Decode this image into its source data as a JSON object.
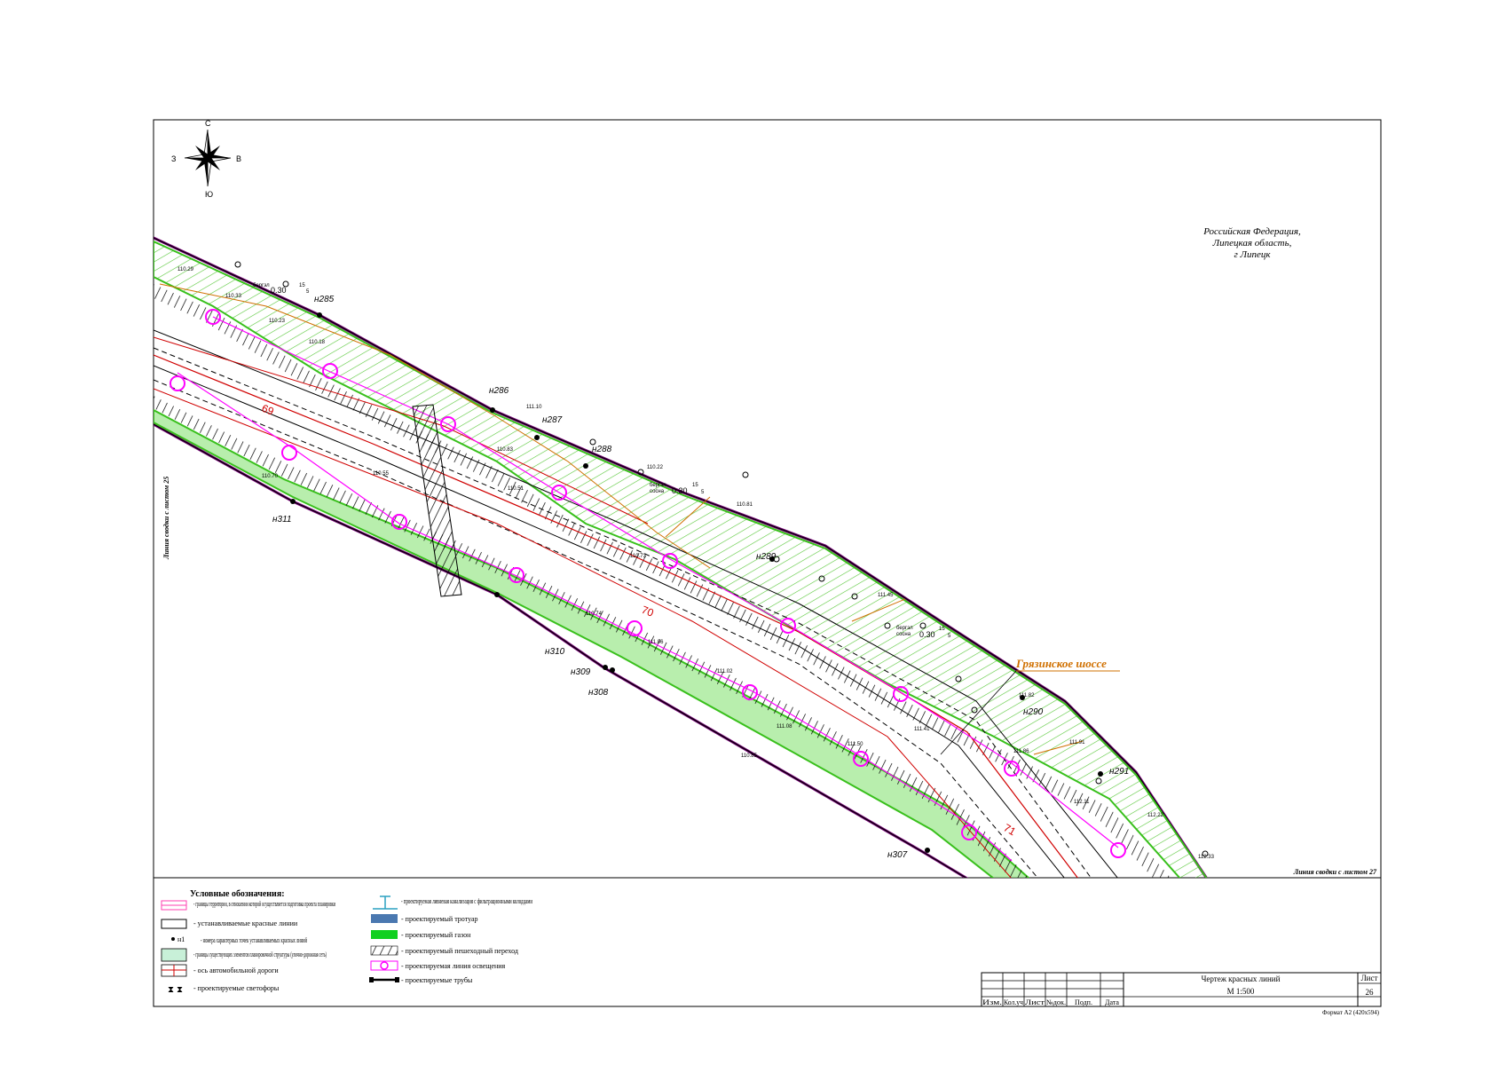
{
  "region": [
    "Российская Федерация,",
    "Липецкая область,",
    "г Липецк"
  ],
  "compass": {
    "n": "С",
    "s": "Ю",
    "w": "З",
    "e": "В"
  },
  "left_margin_label": "Линия сводки с листом 25",
  "right_bottom_label": "Линия сводки с листом 27",
  "road_name": "Грязинское шоссе",
  "colors": {
    "red_line": "#000000",
    "boundary": "#ff00ff",
    "green": "#00c000",
    "light_green": "#7ee06a",
    "axis": "#d00000",
    "orange": "#d07000"
  },
  "points": [
    "н285",
    "н286",
    "н287",
    "н288",
    "н289",
    "н290",
    "н291",
    "н307",
    "н308",
    "н309",
    "н310",
    "н311"
  ],
  "pk_marks": [
    "69",
    "70",
    "71"
  ],
  "elevations": [
    "110.29",
    "110.33",
    "110.23",
    "110.18",
    "111.10",
    "110.22",
    "110.81",
    "111.45",
    "111.82",
    "111.91",
    "112.22",
    "112.33",
    "110.83",
    "110.51",
    "110.73",
    "111.06",
    "111.02",
    "111.08",
    "111.50",
    "111.41",
    "111.86",
    "112.11",
    "110.55",
    "110.70",
    "110.74",
    "110.85"
  ],
  "slope_note": {
    "label1": "бергэл",
    "label2": "сосна",
    "value": "0.30",
    "d": "15",
    "s": "5"
  },
  "legend": {
    "title": "Условные обозначения:",
    "left": [
      "- границы территории, в отношении которой осуществляется подготовка проекта планировки",
      "- устанавливаемые красные линии",
      "- номера характерных точек устанавливаемых красных линий",
      "- границы существующих элементов планировочной структуры (улично-дорожная сеть)",
      "- ось автомобильной дороги",
      "- проектируемые светофоры"
    ],
    "n1": "н1",
    "right": [
      "- проектируемая ливневая канализация с фильтрационными колодцами",
      "- проектируемый тротуар",
      "- проектируемый газон",
      "- проектируемый пешеходный переход",
      "- проектируемая линия освещения",
      "- проектируемые трубы"
    ]
  },
  "stamp": {
    "cols": [
      "Изм.",
      "Кол.уч",
      "Лист",
      "№док.",
      "Подп.",
      "Дата"
    ],
    "title": "Чертеж красных линий",
    "scale": "М 1:500",
    "sheet_label": "Лист",
    "sheet_no": "26"
  },
  "format": "Формат А2 (420х594)"
}
